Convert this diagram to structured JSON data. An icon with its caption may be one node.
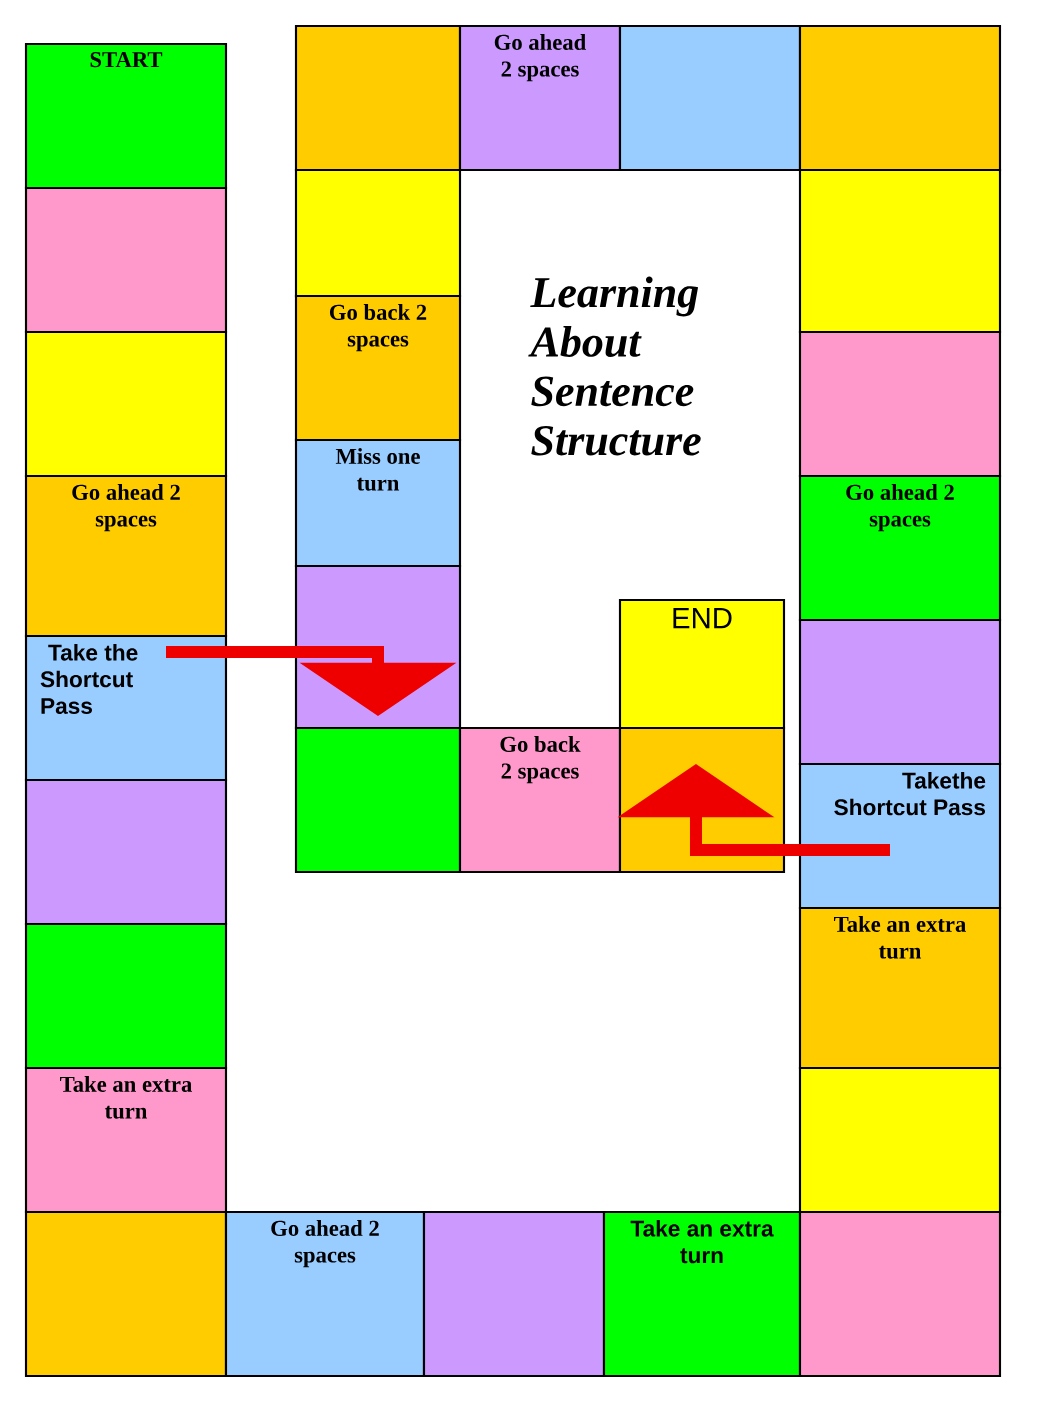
{
  "diagram": {
    "title": "Learning About Sentence Structure",
    "nodes": [
      {
        "text": [],
        "shape": "box"
      },
      {
        "text": [
          "Go ahead 2 spaces"
        ]
      },
      {
        "text": [],
        "shape": "box"
      },
      {
        "text": [],
        "shape": "box"
      },
      {
        "text": [
          "START"
        ]
      },
      {
        "text": [],
        "shape": "box"
      },
      {
        "text": [],
        "shape": "box"
      },
      {
        "text": [],
        "shape": "box"
      },
      {
        "text": [],
        "shape": "box"
      },
      {
        "text": [],
        "shape": "box"
      },
      {
        "text": [
          "Go back 2 spaces"
        ]
      },
      {
        "text": [
          "Miss one turn"
        ]
      },
      {
        "text": [
          "Go ahead 2 spaces"
        ]
      },
      {
        "text": [
          "Go ahead 2 spaces"
        ]
      },
      {
        "text": [],
        "shape": "box"
      },
      {
        "text": [
          "END"
        ]
      },
      {
        "text": [],
        "shape": "box"
      },
      {
        "text": [
          "Take the Shortcut Pass"
        ]
      },
      {
        "text": [],
        "shape": "box"
      },
      {
        "text": [
          "Go back 2 spaces"
        ]
      },
      {
        "text": [],
        "shape": "box"
      },
      {
        "text": [
          "Takethe Shortcut Pass"
        ]
      },
      {
        "text": [],
        "shape": "box"
      },
      {
        "text": [
          "Take an extra turn"
        ]
      },
      {
        "text": [],
        "shape": "box"
      },
      {
        "text": [
          "Take an extra turn"
        ]
      },
      {
        "text": [],
        "shape": "box"
      },
      {
        "text": [],
        "shape": "box"
      },
      {
        "text": [
          "Go ahead 2 spaces"
        ]
      },
      {
        "text": [],
        "shape": "box"
      },
      {
        "text": [
          "Take an extra turn"
        ]
      },
      {
        "text": [],
        "shape": "box"
      }
    ],
    "edges": [
      {
        "from": 17,
        "to": 14,
        "arrow": "to"
      },
      {
        "from": 21,
        "to": 20,
        "arrow": "to"
      }
    ]
  }
}
